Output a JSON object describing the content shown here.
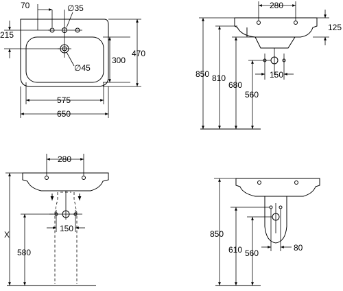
{
  "views": {
    "top": {
      "dims": {
        "tap_offset": "70",
        "tap_hole": "∅35",
        "tap_depth": "215",
        "drain": "∅45",
        "bowl_depth": "300",
        "depth": "470",
        "bowl_width": "575",
        "width": "650"
      }
    },
    "side_right": {
      "dims": {
        "hole_spacing": "280",
        "back_height": "125",
        "overall": "850",
        "rim": "810",
        "underside": "680",
        "outlet_spacing": "150",
        "outlet_height": "560"
      }
    },
    "front_pedestal": {
      "dims": {
        "hole_spacing": "280",
        "variable": "X",
        "outlet_height": "580",
        "outlet_spacing": "150"
      }
    },
    "side_halfped": {
      "dims": {
        "overall": "850",
        "h610": "610",
        "h560": "560",
        "d80": "80"
      }
    }
  }
}
